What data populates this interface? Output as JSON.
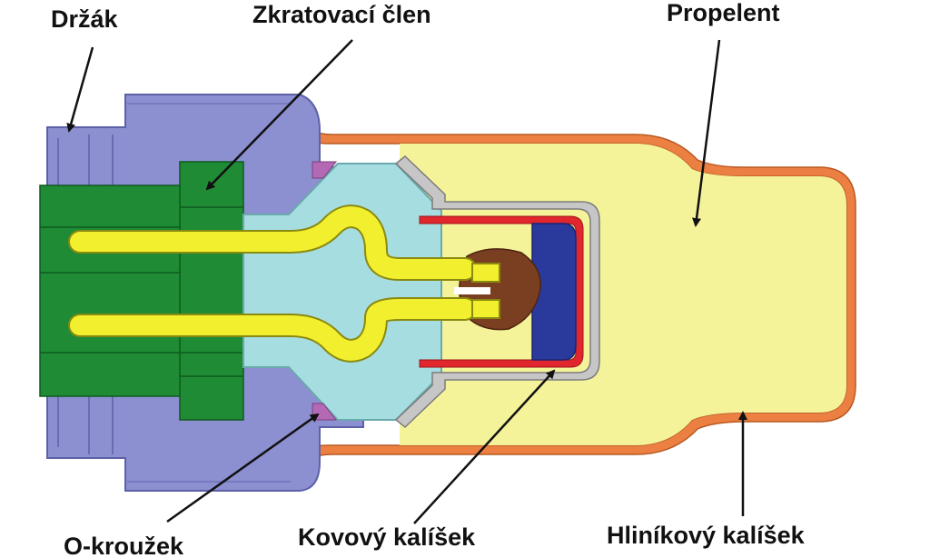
{
  "labels": {
    "holder": "Držák",
    "shorting_member": "Zkratovací člen",
    "propellant": "Propelent",
    "o_ring": "O-kroužek",
    "metal_cup": "Kovový kalíšek",
    "aluminium_cup": "Hliníkový kalíšek"
  },
  "colors": {
    "holder": "#8c8fd0",
    "holder_dark": "#5d62a8",
    "connector_green": "#1f8c35",
    "connector_dark": "#0e5a1e",
    "insulator_cyan": "#a6dde0",
    "propellant_yellow": "#f5f39a",
    "aluminium_cup_orange": "#ec7f42",
    "metal_cup_gray": "#c6c6c6",
    "inner_cup_red": "#e1262e",
    "charge_blue": "#2a3a9c",
    "bridge_brown": "#7a3f20",
    "pin_yellow": "#f2f02e",
    "o_ring_magenta": "#b469b4",
    "label_text": "#111111"
  }
}
